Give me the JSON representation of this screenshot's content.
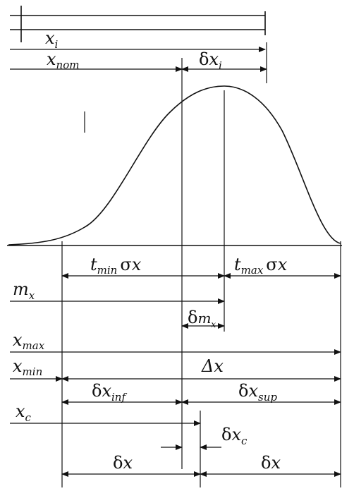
{
  "labels": {
    "x_i": {
      "main": "x",
      "sub": "i"
    },
    "x_nom": {
      "main": "x",
      "sub": "nom"
    },
    "delta_x_i": {
      "greek": "δ",
      "main": "x",
      "sub": "i"
    },
    "t_min_sigma": {
      "main": "t",
      "sub": "min",
      "greek": "σ",
      "tail": "x"
    },
    "t_max_sigma": {
      "main": "t",
      "sub": "max",
      "greek": "σ",
      "tail": "x"
    },
    "m_x": {
      "main": "m",
      "sub": "x"
    },
    "delta_m_x": {
      "greek": "δ",
      "main": "m",
      "sub": "x"
    },
    "x_max": {
      "main": "x",
      "sub": "max"
    },
    "x_min": {
      "main": "x",
      "sub": "min"
    },
    "Delta_x": {
      "greek": "Δ",
      "main": "x"
    },
    "delta_x_inf": {
      "greek": "δ",
      "main": "x",
      "sub": "inf"
    },
    "delta_x_sup": {
      "greek": "δ",
      "main": "x",
      "sub": "sup"
    },
    "x_c": {
      "main": "x",
      "sub": "c"
    },
    "delta_x_c": {
      "greek": "δ",
      "main": "x",
      "sub": "c"
    },
    "delta_x_left": {
      "greek": "δ",
      "main": "x"
    },
    "delta_x_right": {
      "greek": "δ",
      "main": "x"
    }
  }
}
